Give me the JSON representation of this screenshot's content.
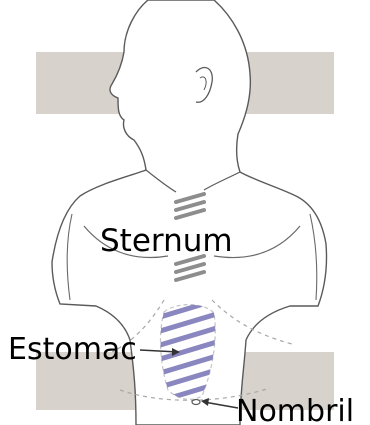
{
  "labels": {
    "sternum": "Sternum",
    "estomac": "Estomac",
    "nombril": "Nombril"
  },
  "colors": {
    "background_band": "#d7d2cb",
    "skin": "#ffffff",
    "outline": "#5a5a5a",
    "stripe_sternum": "#8d8d8d",
    "stripe_stomach": "#8a86bf",
    "dashed_line": "#a8a8a8",
    "text": "#000000"
  }
}
